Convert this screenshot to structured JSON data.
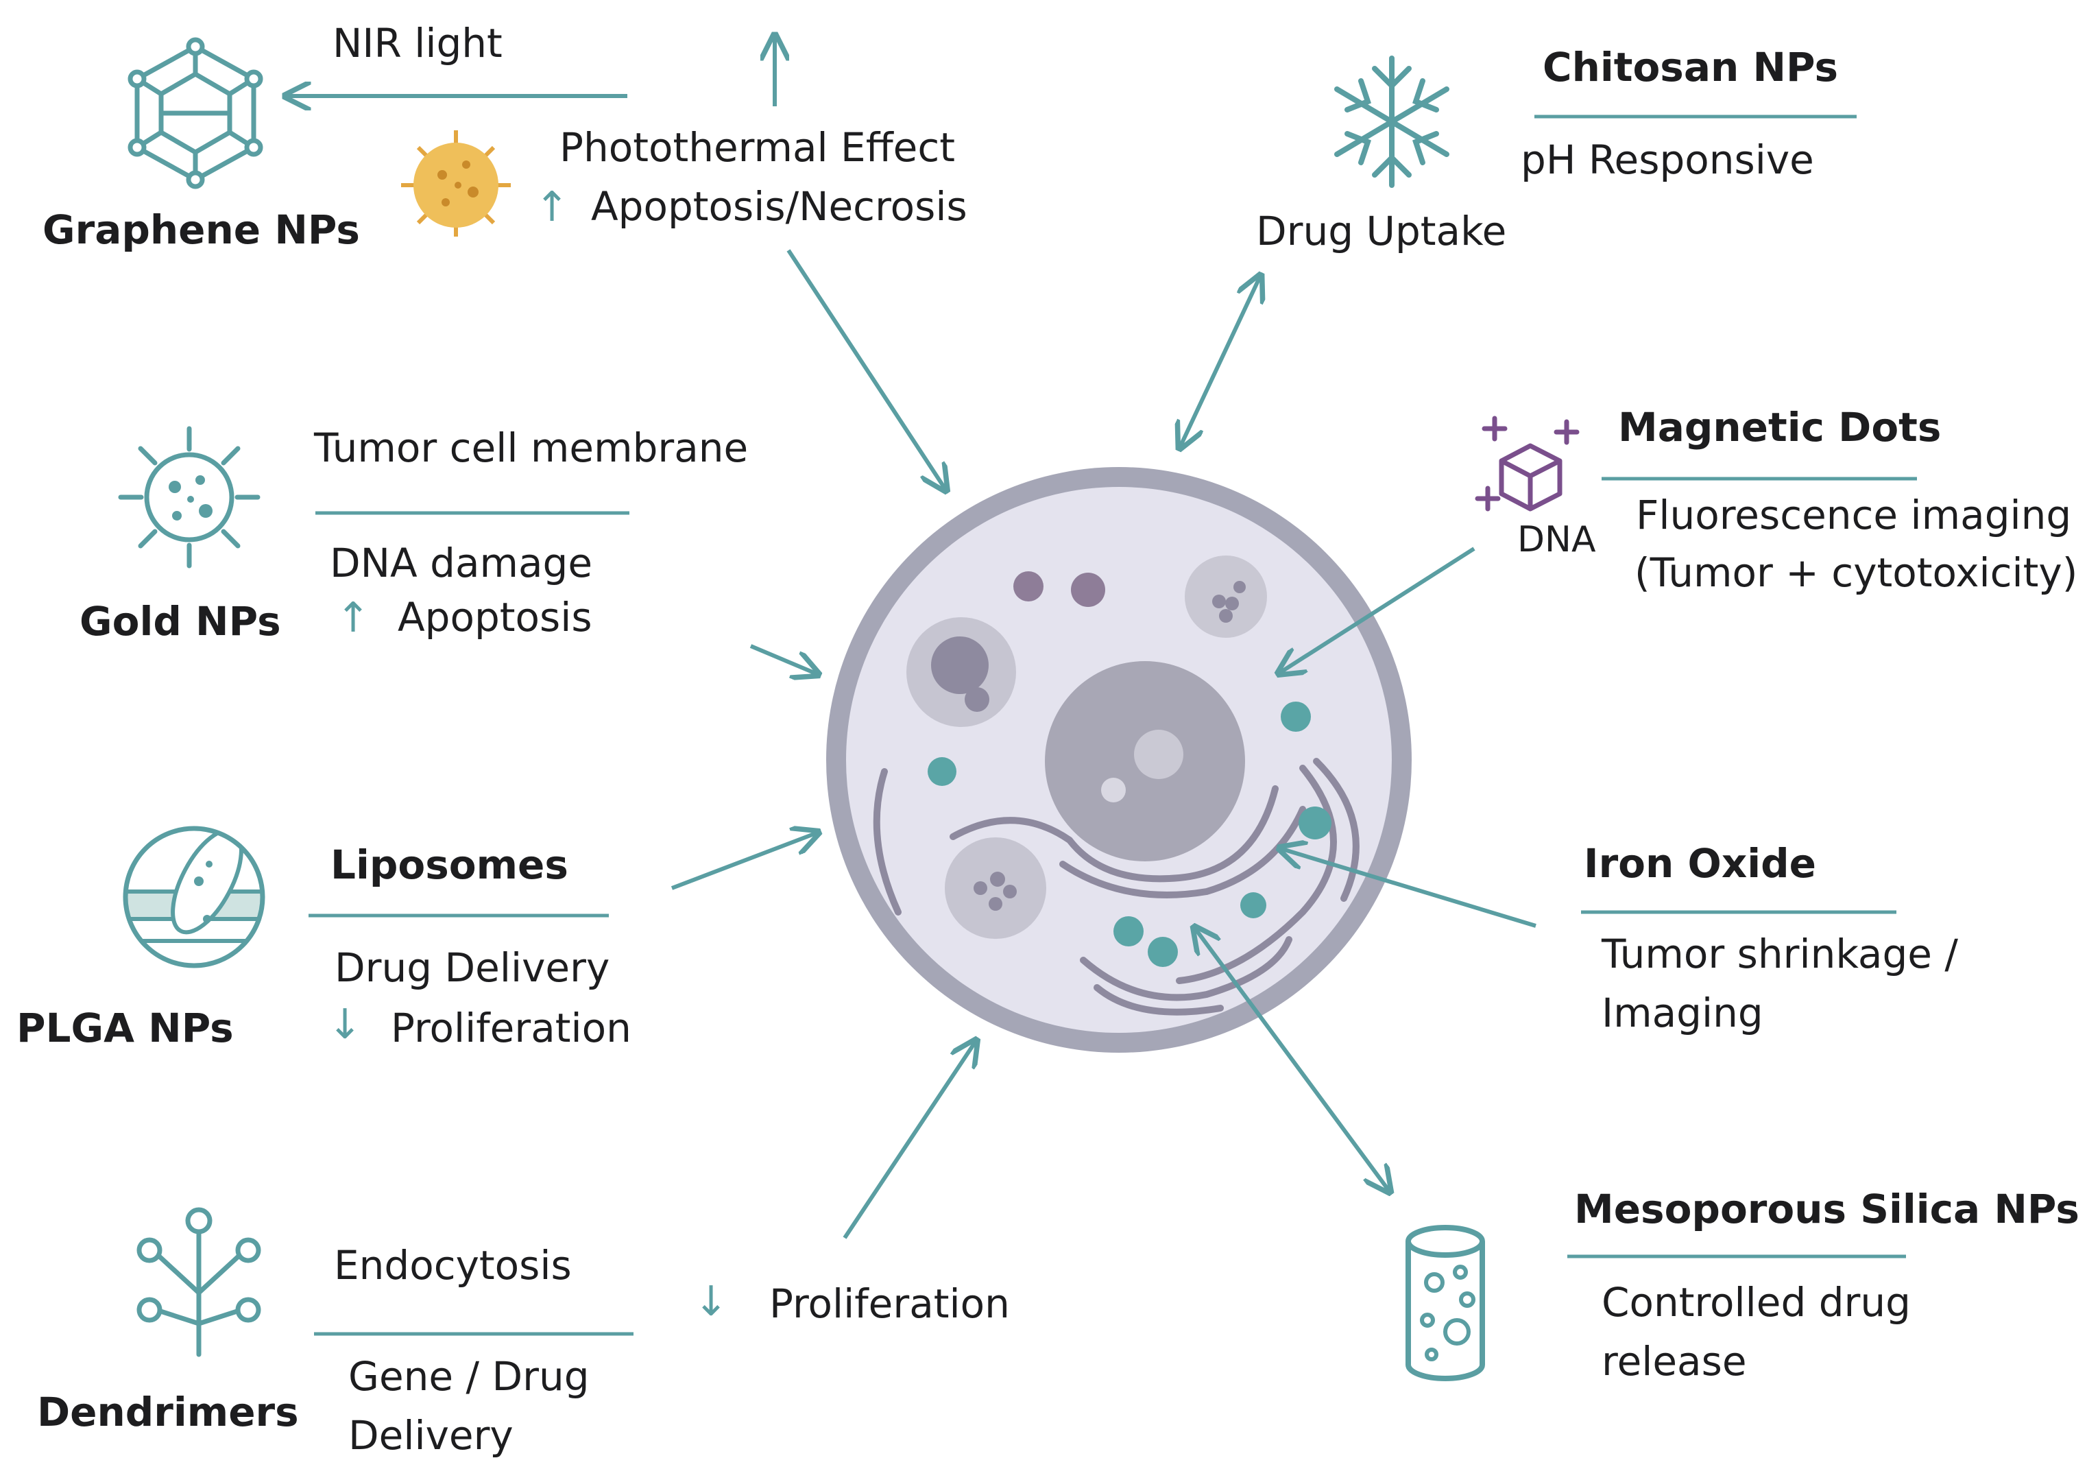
{
  "labels": {
    "nir_light": "NIR light",
    "photothermal": "Photothermal Effect",
    "apoptosis_necrosis": "Apoptosis/Necrosis",
    "graphene": "Graphene NPs",
    "chitosan": "Chitosan NPs",
    "ph_responsive": "pH Responsive",
    "drug_uptake": "Drug Uptake",
    "tumor_membrane": "Tumor cell membrane",
    "dna_damage": "DNA damage",
    "apoptosis": "Apoptosis",
    "gold": "Gold NPs",
    "magnetic_dots": "Magnetic Dots",
    "dna": "DNA",
    "fluorescence_1": "Fluorescence imaging",
    "fluorescence_2": "(Tumor + cytotoxicity)",
    "liposomes": "Liposomes",
    "drug_delivery": "Drug Delivery",
    "proliferation": "Proliferation",
    "plga": "PLGA NPs",
    "iron_oxide": "Iron Oxide",
    "tumor_shrinkage_1": "Tumor shrinkage /",
    "tumor_shrinkage_2": "Imaging",
    "endocytosis": "Endocytosis",
    "gene_drug_1": "Gene / Drug",
    "gene_drug_2": "Delivery",
    "dendrimers": "Dendrimers",
    "proliferation_bottom": "Proliferation",
    "mesoporous": "Mesoporous Silica NPs",
    "controlled_1": "Controlled drug",
    "controlled_2": "release"
  },
  "symbols": {
    "up": "↑",
    "down": "↓"
  },
  "colors": {
    "teal": "#5a9ea2",
    "cell": "#a5a6b6",
    "purple": "#7a4f8c",
    "sun": "#e8b04a"
  }
}
